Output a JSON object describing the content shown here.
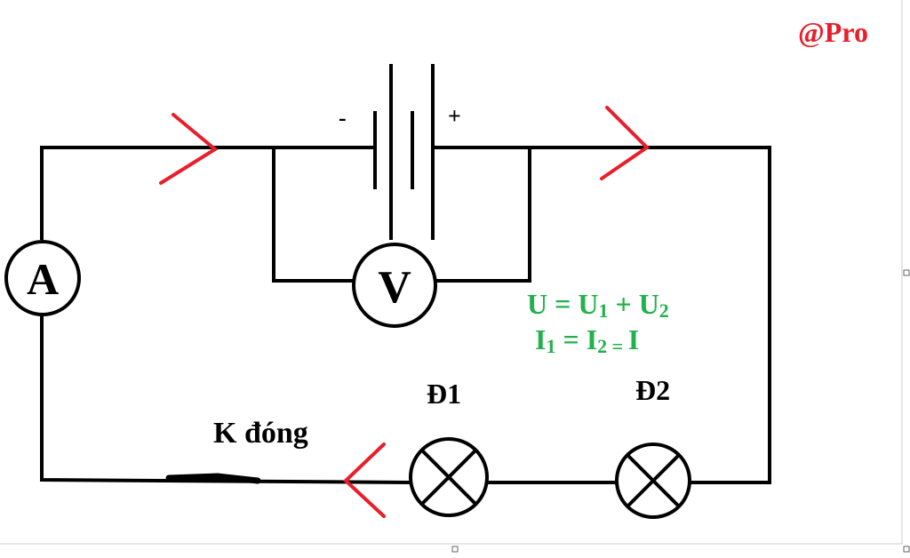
{
  "watermark": "@Pro",
  "battery": {
    "minus": "-",
    "plus": "+"
  },
  "ammeter": {
    "symbol": "A"
  },
  "voltmeter": {
    "symbol": "V"
  },
  "switch": {
    "label": "K đóng"
  },
  "lamps": [
    {
      "label": "Đ1"
    },
    {
      "label": "Đ2"
    }
  ],
  "formulas": {
    "voltage": {
      "lhs": "U = U",
      "sub1": "1",
      "mid": " + U",
      "sub2": "2"
    },
    "current": {
      "lhs": "I",
      "sub1": "1",
      "eq1": " = I",
      "sub2": "2",
      "eq2": " = ",
      "rhs": "I"
    }
  },
  "colors": {
    "wire": "#000000",
    "arrow": "#e81f2a",
    "formula": "#22b14c",
    "watermark": "#e81f2a"
  }
}
